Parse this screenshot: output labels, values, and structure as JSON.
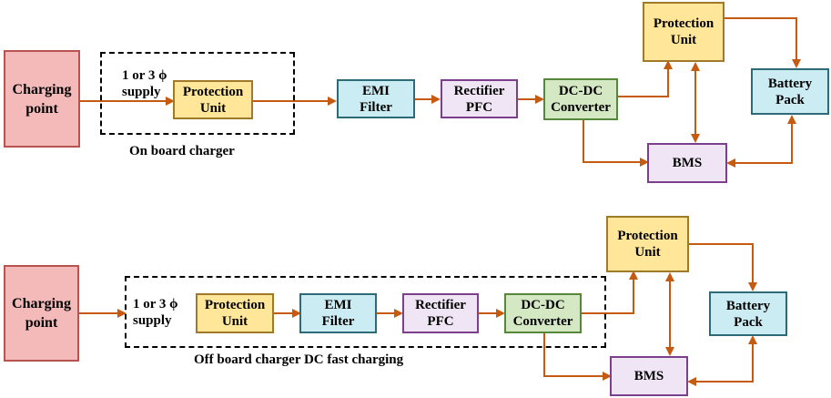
{
  "diagram1": {
    "charging_point": [
      "Charging",
      "point"
    ],
    "supply": [
      "1 or 3 ϕ",
      "supply"
    ],
    "protection_unit": [
      "Protection",
      "Unit"
    ],
    "emi_filter": [
      "EMI",
      "Filter"
    ],
    "rectifier": [
      "Rectifier",
      "PFC"
    ],
    "dcdc": [
      "DC-DC",
      "Converter"
    ],
    "protection_unit_top": [
      "Protection",
      "Unit"
    ],
    "battery_pack": [
      "Battery",
      "Pack"
    ],
    "bms": "BMS",
    "caption": "On board charger"
  },
  "diagram2": {
    "charging_point": [
      "Charging",
      "point"
    ],
    "supply": [
      "1 or 3 ϕ",
      "supply"
    ],
    "protection_unit": [
      "Protection",
      "Unit"
    ],
    "emi_filter": [
      "EMI",
      "Filter"
    ],
    "rectifier": [
      "Rectifier",
      "PFC"
    ],
    "dcdc": [
      "DC-DC",
      "Converter"
    ],
    "protection_unit_top": [
      "Protection",
      "Unit"
    ],
    "battery_pack": [
      "Battery",
      "Pack"
    ],
    "bms": "BMS",
    "caption": "Off board charger DC fast charging"
  },
  "colors": {
    "wire": "#c55a11",
    "charging_point_fill": "#f4b9b9",
    "protection_fill": "#ffe699",
    "filter_battery_fill": "#ccecf4",
    "rectifier_bms_fill": "#efe5f5",
    "converter_fill": "#d5e8c4"
  }
}
